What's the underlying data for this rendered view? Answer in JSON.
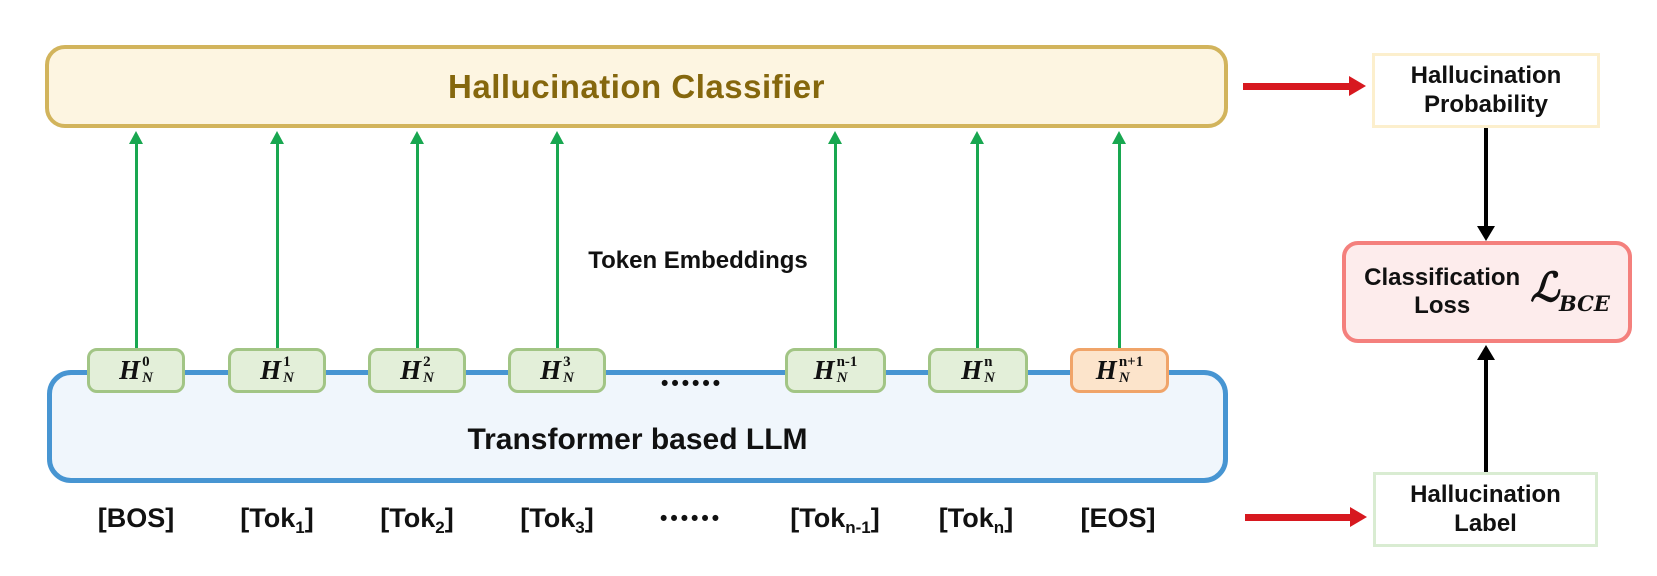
{
  "colors": {
    "classifier_fill": "#fdf5e1",
    "classifier_border": "#d2b45c",
    "classifier_text": "#85670d",
    "llm_fill": "#f0f6fc",
    "llm_border": "#4795d2",
    "hidden_green_fill": "#e3efd9",
    "hidden_green_border": "#a2c585",
    "hidden_orange_fill": "#fce4cb",
    "hidden_orange_border": "#f0a469",
    "green_arrow": "#18a750",
    "red_arrow": "#d7181f",
    "black_arrow": "#000000",
    "loss_fill": "#fdecec",
    "loss_border": "#f4807d",
    "probability_border": "#fcefcd",
    "label_border": "#d9ecd2"
  },
  "classifier": {
    "label": "Hallucination Classifier"
  },
  "llm": {
    "label": "Transformer based LLM"
  },
  "token_embeddings_label": "Token Embeddings",
  "hidden_dots": "••••••",
  "token_dots": "••••••",
  "hidden_states": [
    {
      "base": "H",
      "sup": "0",
      "sub": "N",
      "variant": "green"
    },
    {
      "base": "H",
      "sup": "1",
      "sub": "N",
      "variant": "green"
    },
    {
      "base": "H",
      "sup": "2",
      "sub": "N",
      "variant": "green"
    },
    {
      "base": "H",
      "sup": "3",
      "sub": "N",
      "variant": "green"
    },
    {
      "base": "H",
      "sup": "n-1",
      "sub": "N",
      "variant": "green"
    },
    {
      "base": "H",
      "sup": "n",
      "sub": "N",
      "variant": "green"
    },
    {
      "base": "H",
      "sup": "n+1",
      "sub": "N",
      "variant": "orange"
    }
  ],
  "tokens": [
    {
      "pre": "[BOS]",
      "sub": "",
      "post": ""
    },
    {
      "pre": "[Tok",
      "sub": "1",
      "post": "]"
    },
    {
      "pre": "[Tok",
      "sub": "2",
      "post": "]"
    },
    {
      "pre": "[Tok",
      "sub": "3",
      "post": "]"
    },
    {
      "pre": "[Tok",
      "sub": "n-1",
      "post": "]"
    },
    {
      "pre": "[Tok",
      "sub": "n",
      "post": "]"
    },
    {
      "pre": "[EOS]",
      "sub": "",
      "post": ""
    }
  ],
  "right": {
    "probability": {
      "line1": "Hallucination",
      "line2": "Probability"
    },
    "loss": {
      "line1": "Classification",
      "line2": "Loss",
      "symbol": "ℒ",
      "symbol_sub": "BCE"
    },
    "label": {
      "line1": "Hallucination",
      "line2": "Label"
    }
  }
}
